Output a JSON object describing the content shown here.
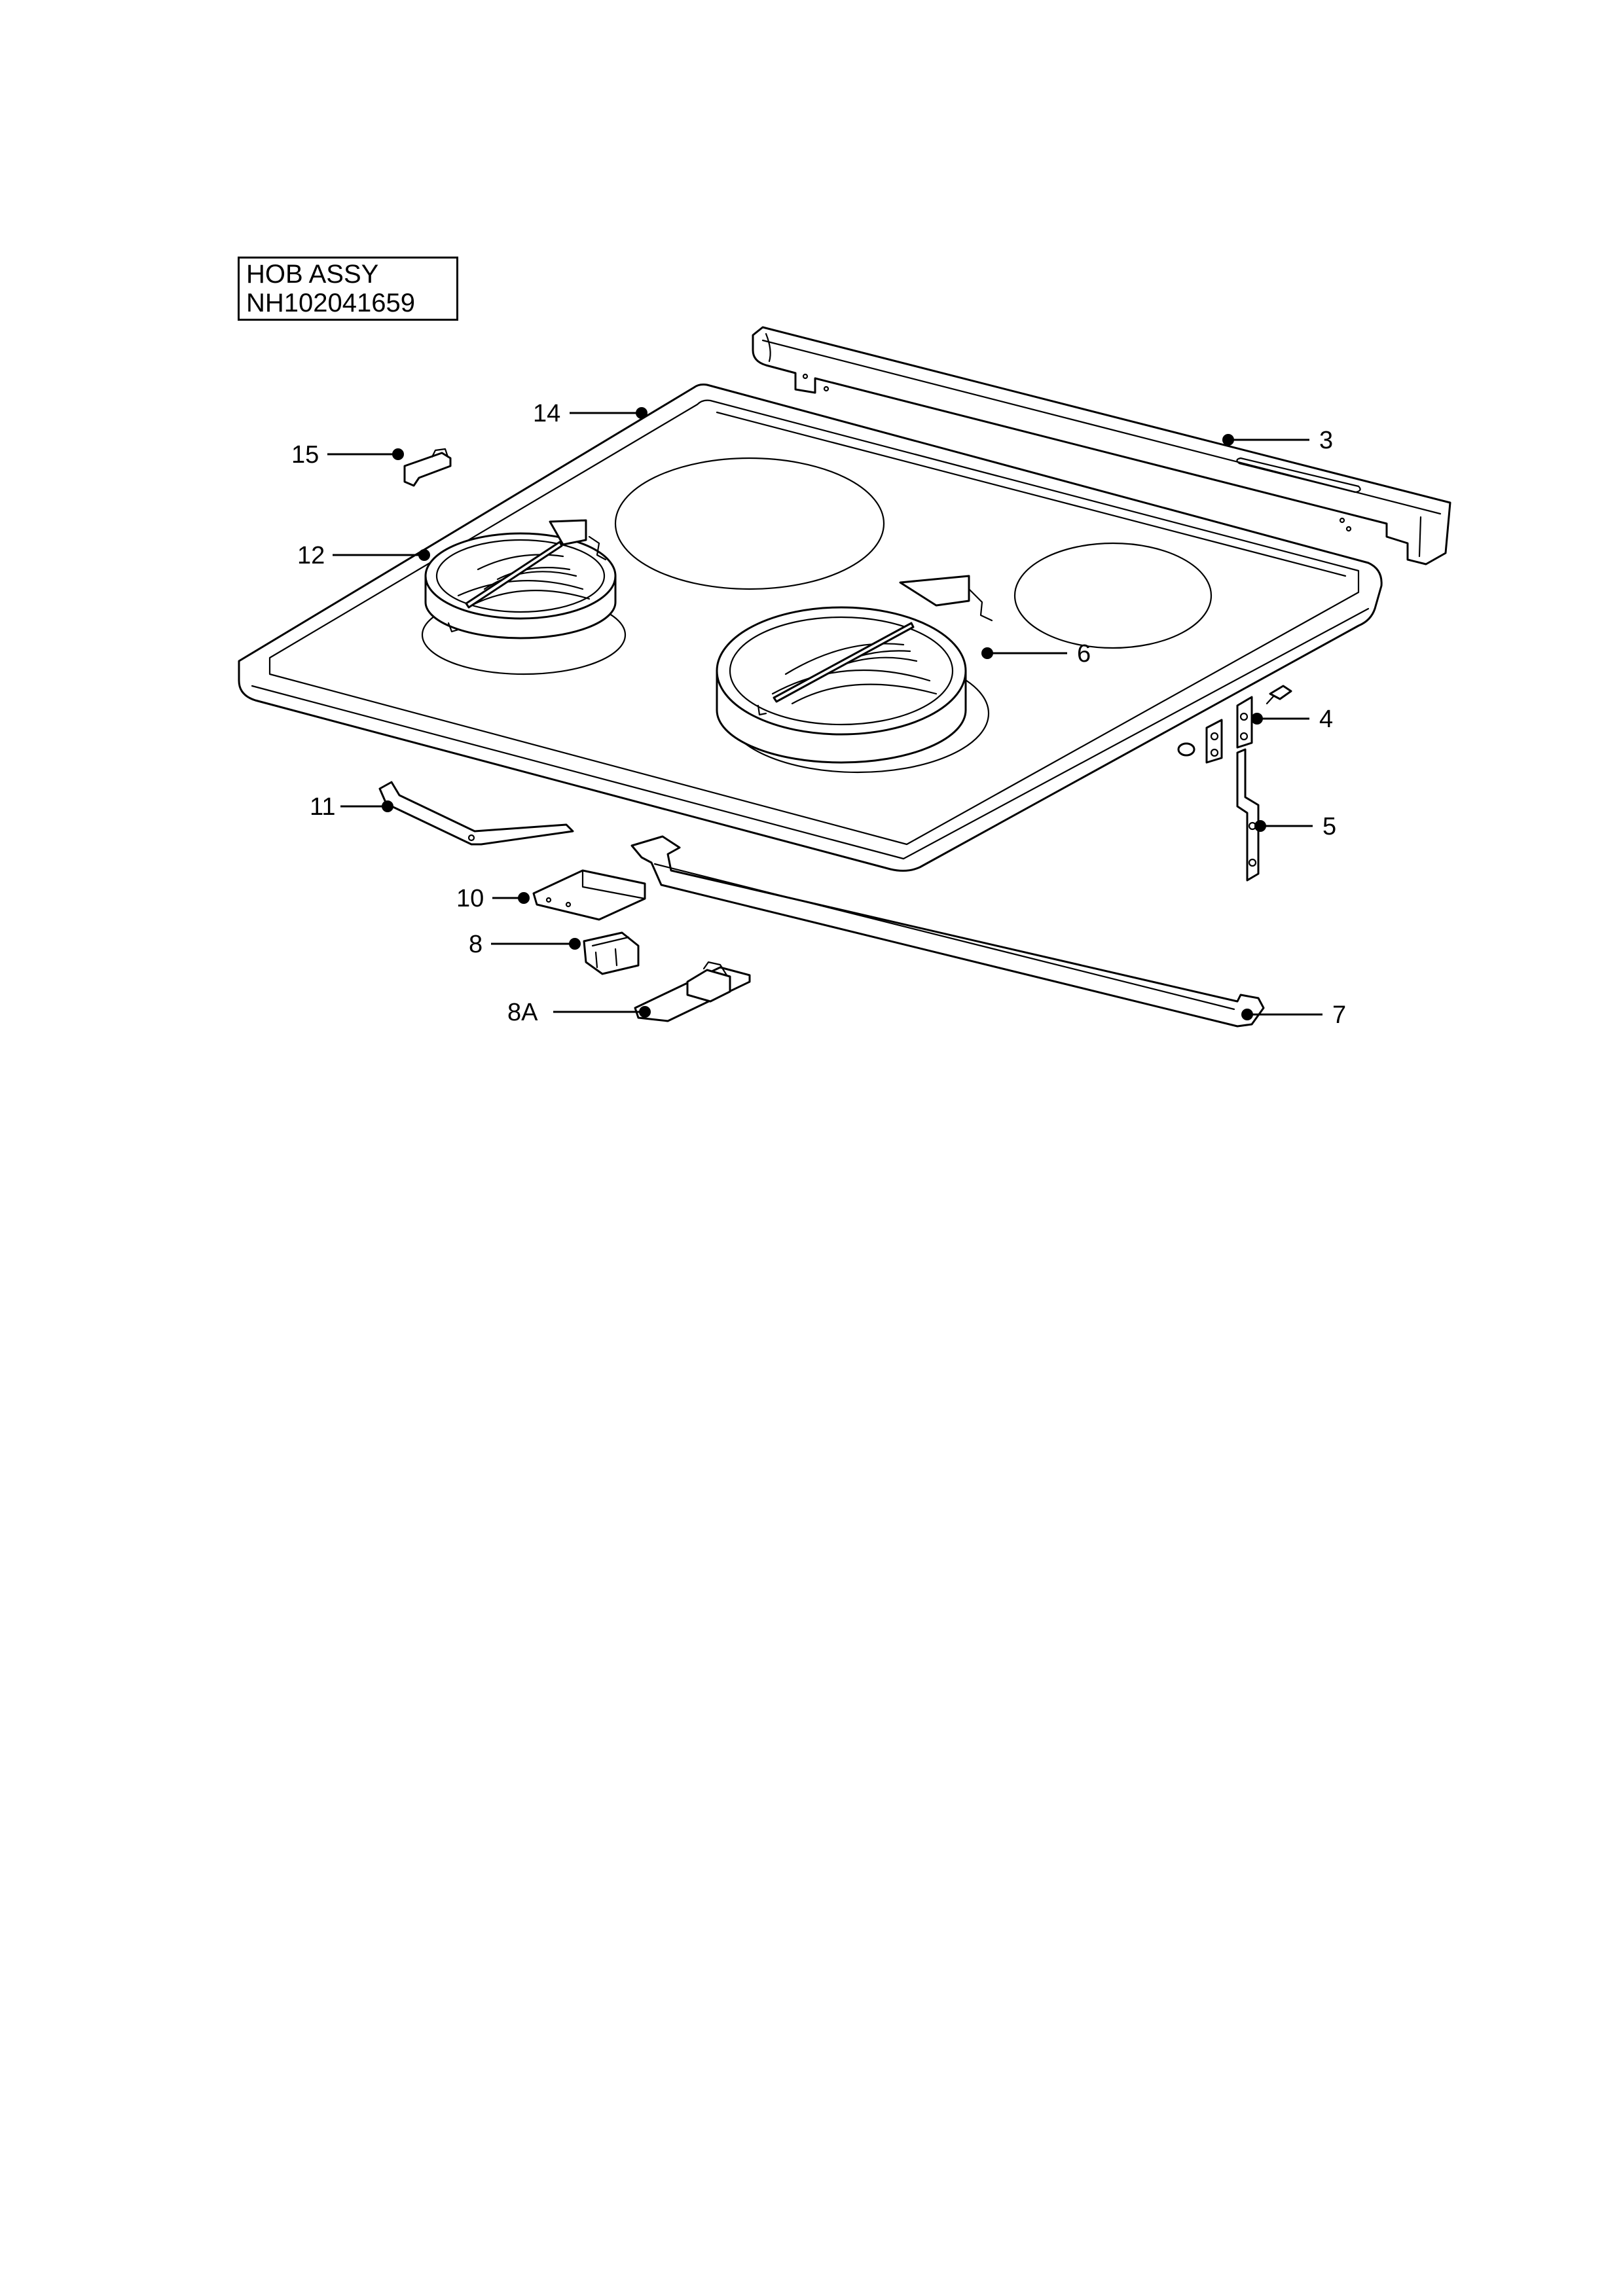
{
  "title": {
    "line1": "HOB ASSY",
    "line2": "NH102041659"
  },
  "callouts": [
    {
      "id": "3",
      "label": "3"
    },
    {
      "id": "4",
      "label": "4"
    },
    {
      "id": "5",
      "label": "5"
    },
    {
      "id": "6",
      "label": "6"
    },
    {
      "id": "7",
      "label": "7"
    },
    {
      "id": "8",
      "label": "8"
    },
    {
      "id": "8A",
      "label": "8A"
    },
    {
      "id": "10",
      "label": "10"
    },
    {
      "id": "11",
      "label": "11"
    },
    {
      "id": "12",
      "label": "12"
    },
    {
      "id": "14",
      "label": "14"
    },
    {
      "id": "15",
      "label": "15"
    }
  ]
}
